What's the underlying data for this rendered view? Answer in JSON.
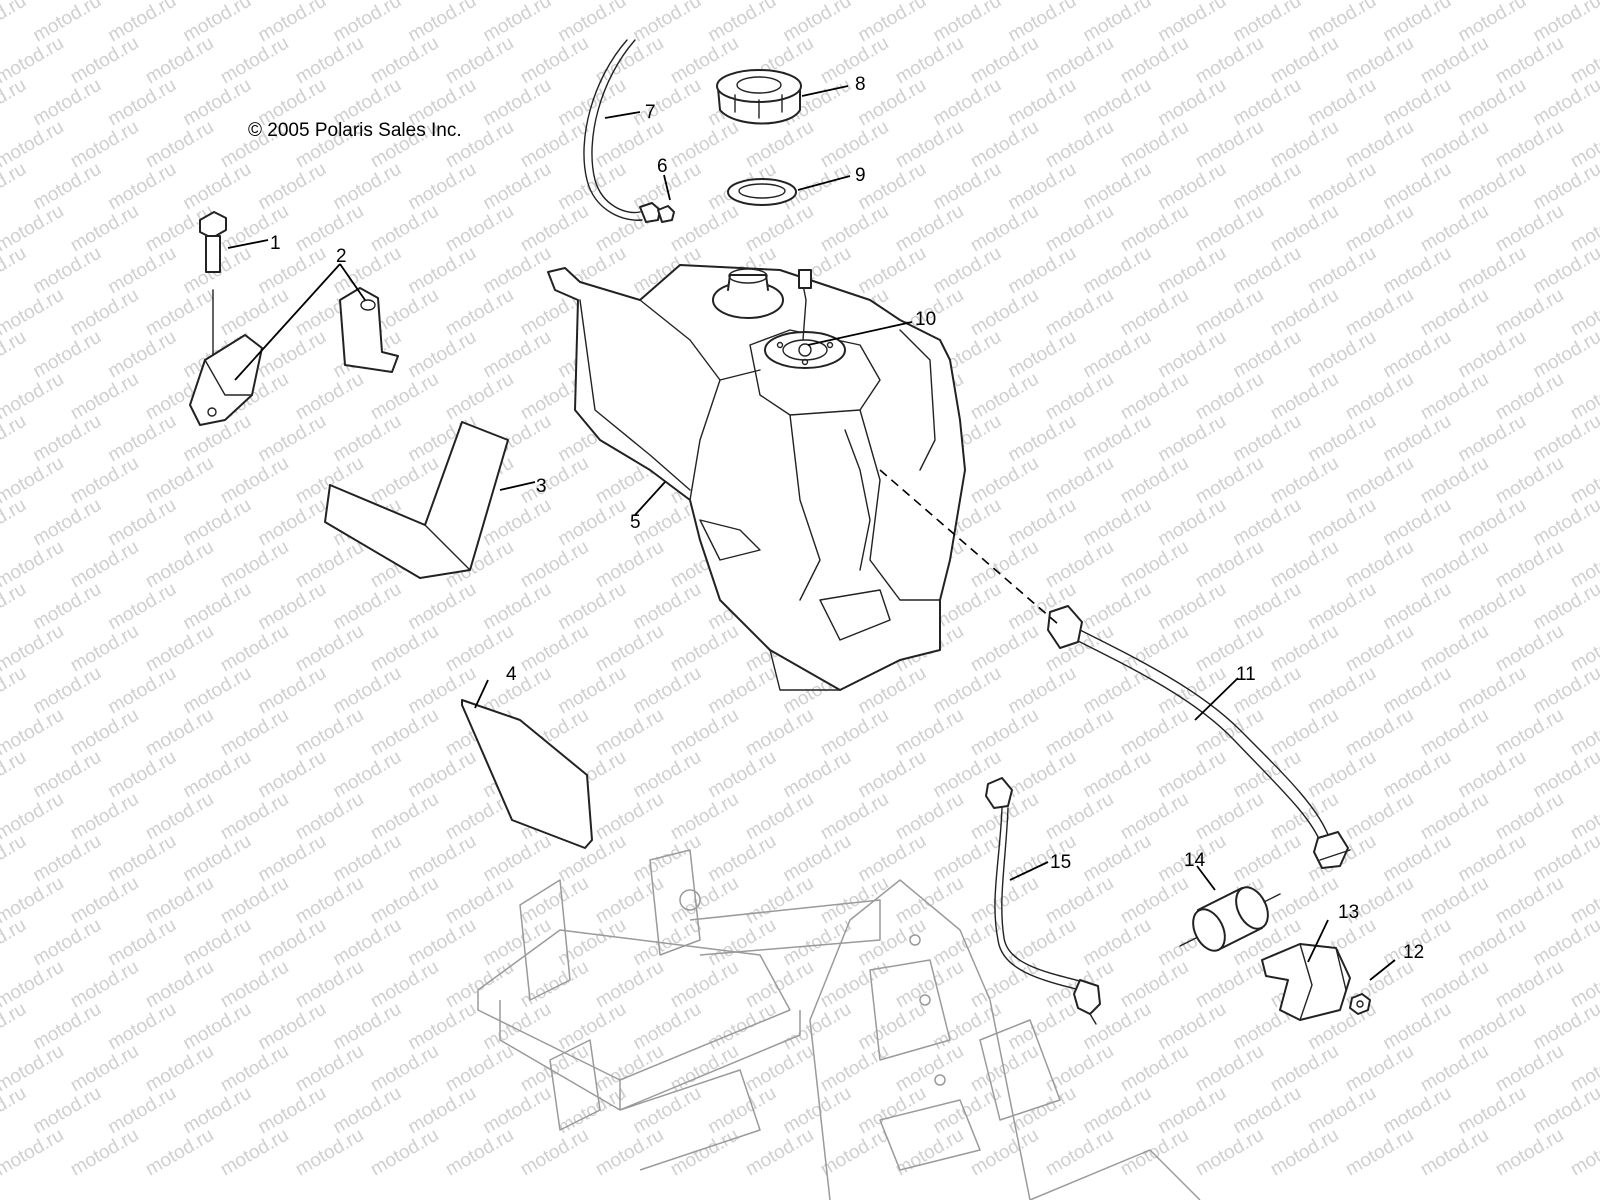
{
  "copyright": "© 2005 Polaris Sales Inc.",
  "watermark": "motod.ru",
  "callouts": [
    "1",
    "2",
    "3",
    "4",
    "5",
    "6",
    "7",
    "8",
    "9",
    "10",
    "11",
    "12",
    "13",
    "14",
    "15"
  ],
  "colors": {
    "line": "#222222",
    "watermark": "#cfcfcf",
    "background": "#ffffff"
  }
}
